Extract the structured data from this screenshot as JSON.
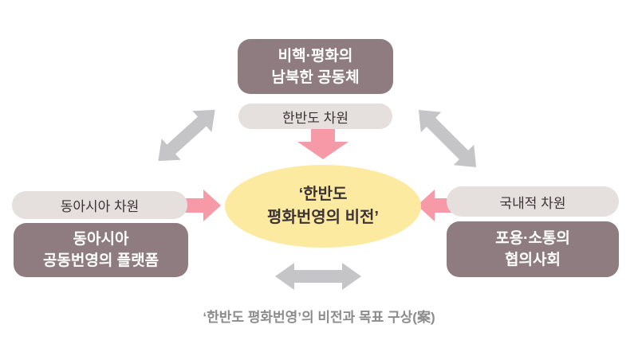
{
  "diagram": {
    "center": {
      "line1": "‘한반도",
      "line2": "평화번영의 비전’"
    },
    "top": {
      "box_line1": "비핵·평화의",
      "box_line2": "남북한 공동체",
      "dimension": "한반도 차원"
    },
    "left": {
      "dimension": "동아시아 차원",
      "box_line1": "동아시아",
      "box_line2": "공동번영의 플랫폼"
    },
    "right": {
      "dimension": "국내적 차원",
      "box_line1": "포용·소통의",
      "box_line2": "협의사회"
    },
    "caption": "‘한반도 평화번영’의 비전과 목표 구상(案)"
  },
  "icons": {
    "arrow_down": "arrow-down-icon",
    "arrow_right": "arrow-right-icon",
    "arrow_left": "arrow-left-icon",
    "double_arrow_diagonal_left": "double-arrow-diagonal-icon",
    "double_arrow_diagonal_right": "double-arrow-diagonal-icon",
    "double_arrow_horizontal": "double-arrow-horizontal-icon"
  },
  "colors": {
    "dark-box": "#8e7c80",
    "pill": "#e5dfdd",
    "yellow": "#fdeaa1",
    "pink": "#f59aa6",
    "gray-arrow": "#c5c5c7",
    "dark-text": "#3c3434",
    "caption": "#8c8c8c",
    "white-text": "#ffffff",
    "bg": "#ffffff"
  }
}
